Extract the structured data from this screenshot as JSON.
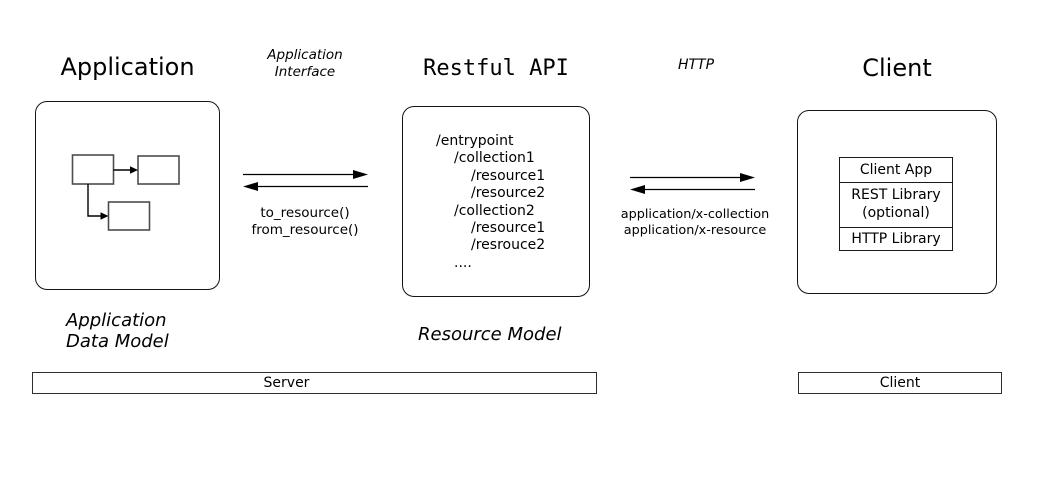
{
  "headers": {
    "application_title": "Application",
    "interface_label_line1": "Application",
    "interface_label_line2": "Interface",
    "api_title": "Restful API",
    "http_label": "HTTP",
    "client_title": "Client"
  },
  "api_box": {
    "lines": [
      "/entrypoint",
      "/collection1",
      "/resource1",
      "/resource2",
      "/collection2",
      "/resource1",
      "/resrouce2",
      "...."
    ]
  },
  "left_link": {
    "label_line1": "to_resource()",
    "label_line2": "from_resource()"
  },
  "right_link": {
    "label_line1": "application/x-collection",
    "label_line2": "application/x-resource"
  },
  "client_box": {
    "stack_app": "Client App",
    "stack_rest": "REST Library\n(optional)",
    "stack_http": "HTTP Library"
  },
  "captions": {
    "app_model_line1": "Application",
    "app_model_line2": "Data Model",
    "resource_model": "Resource Model"
  },
  "bars": {
    "server": "Server",
    "client": "Client"
  },
  "colors": {
    "ink": "#000000",
    "box_border": "#141414",
    "inner_rect_border": "#4d4d4d"
  }
}
